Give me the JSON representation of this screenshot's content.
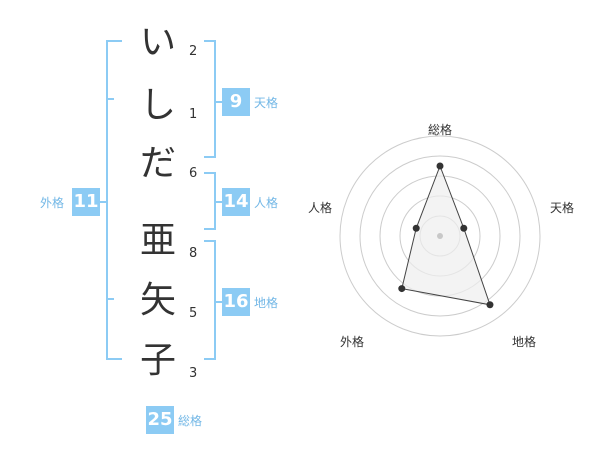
{
  "name_chars": [
    {
      "char": "い",
      "strokes": "2"
    },
    {
      "char": "し",
      "strokes": "1"
    },
    {
      "char": "だ",
      "strokes": "6"
    },
    {
      "char": "亜",
      "strokes": "8"
    },
    {
      "char": "矢",
      "strokes": "5"
    },
    {
      "char": "子",
      "strokes": "3"
    }
  ],
  "kakaku": {
    "tenkaku": {
      "value": "9",
      "label": "天格"
    },
    "jinkaku": {
      "value": "14",
      "label": "人格"
    },
    "chikaku": {
      "value": "16",
      "label": "地格"
    },
    "gaikaku": {
      "value": "11",
      "label": "外格"
    },
    "soukaku": {
      "value": "25",
      "label": "総格"
    }
  },
  "radar": {
    "labels": {
      "top": "総格",
      "right": "天格",
      "bottom_right": "地格",
      "bottom_left": "外格",
      "left": "人格"
    },
    "rings": 5,
    "values": {
      "soukaku": 0.7,
      "tenkaku": 0.25,
      "chikaku": 0.85,
      "gaikaku": 0.65,
      "jinkaku": 0.25
    },
    "colors": {
      "ring": "#cccccc",
      "fill": "#eeeeee",
      "stroke": "#444444",
      "point": "#333333",
      "center": "#c8c8c8"
    }
  },
  "colors": {
    "accent": "#8ccbf4",
    "label": "#72b7e6",
    "text": "#333333"
  }
}
